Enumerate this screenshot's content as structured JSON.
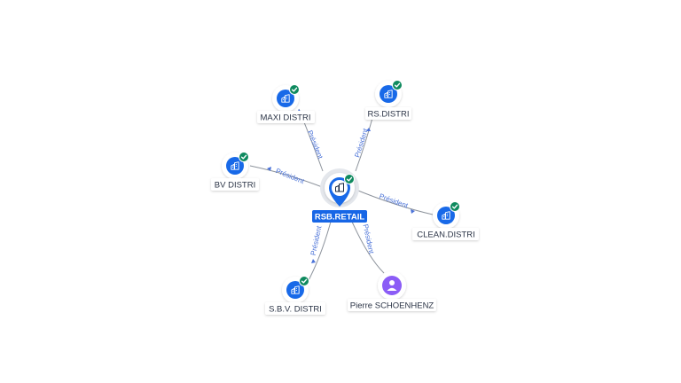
{
  "colors": {
    "edge": "#8d939c",
    "edge_label": "#4a72d8",
    "company_fill": "#1869e8",
    "check_fill": "#0f8a5f",
    "person_fill": "#8b5cf6",
    "center_label_bg": "#1766e6"
  },
  "center": {
    "label": "RSB.RETAIL",
    "icon": "building-icon",
    "status_icon": "check-icon"
  },
  "nodes": [
    {
      "id": "maxi",
      "label": "MAXI DISTRI",
      "type": "company",
      "icon": "building-icon",
      "status_icon": "check-icon"
    },
    {
      "id": "rs",
      "label": "RS.DISTRI",
      "type": "company",
      "icon": "building-icon",
      "status_icon": "check-icon"
    },
    {
      "id": "bv",
      "label": "BV DISTRI",
      "type": "company",
      "icon": "building-icon",
      "status_icon": "check-icon"
    },
    {
      "id": "clean",
      "label": "CLEAN.DISTRI",
      "type": "company",
      "icon": "building-icon",
      "status_icon": "check-icon"
    },
    {
      "id": "sbv",
      "label": "S.B.V. DISTRI",
      "type": "company",
      "icon": "building-icon",
      "status_icon": "check-icon"
    },
    {
      "id": "pierre",
      "label": "Pierre SCHOENHENZ",
      "type": "person",
      "icon": "person-icon"
    }
  ],
  "edges": [
    {
      "to": "maxi",
      "label": "Président"
    },
    {
      "to": "rs",
      "label": "Président"
    },
    {
      "to": "bv",
      "label": "Président"
    },
    {
      "to": "clean",
      "label": "Président"
    },
    {
      "to": "sbv",
      "label": "Président"
    },
    {
      "to": "pierre",
      "label": "Président"
    }
  ]
}
